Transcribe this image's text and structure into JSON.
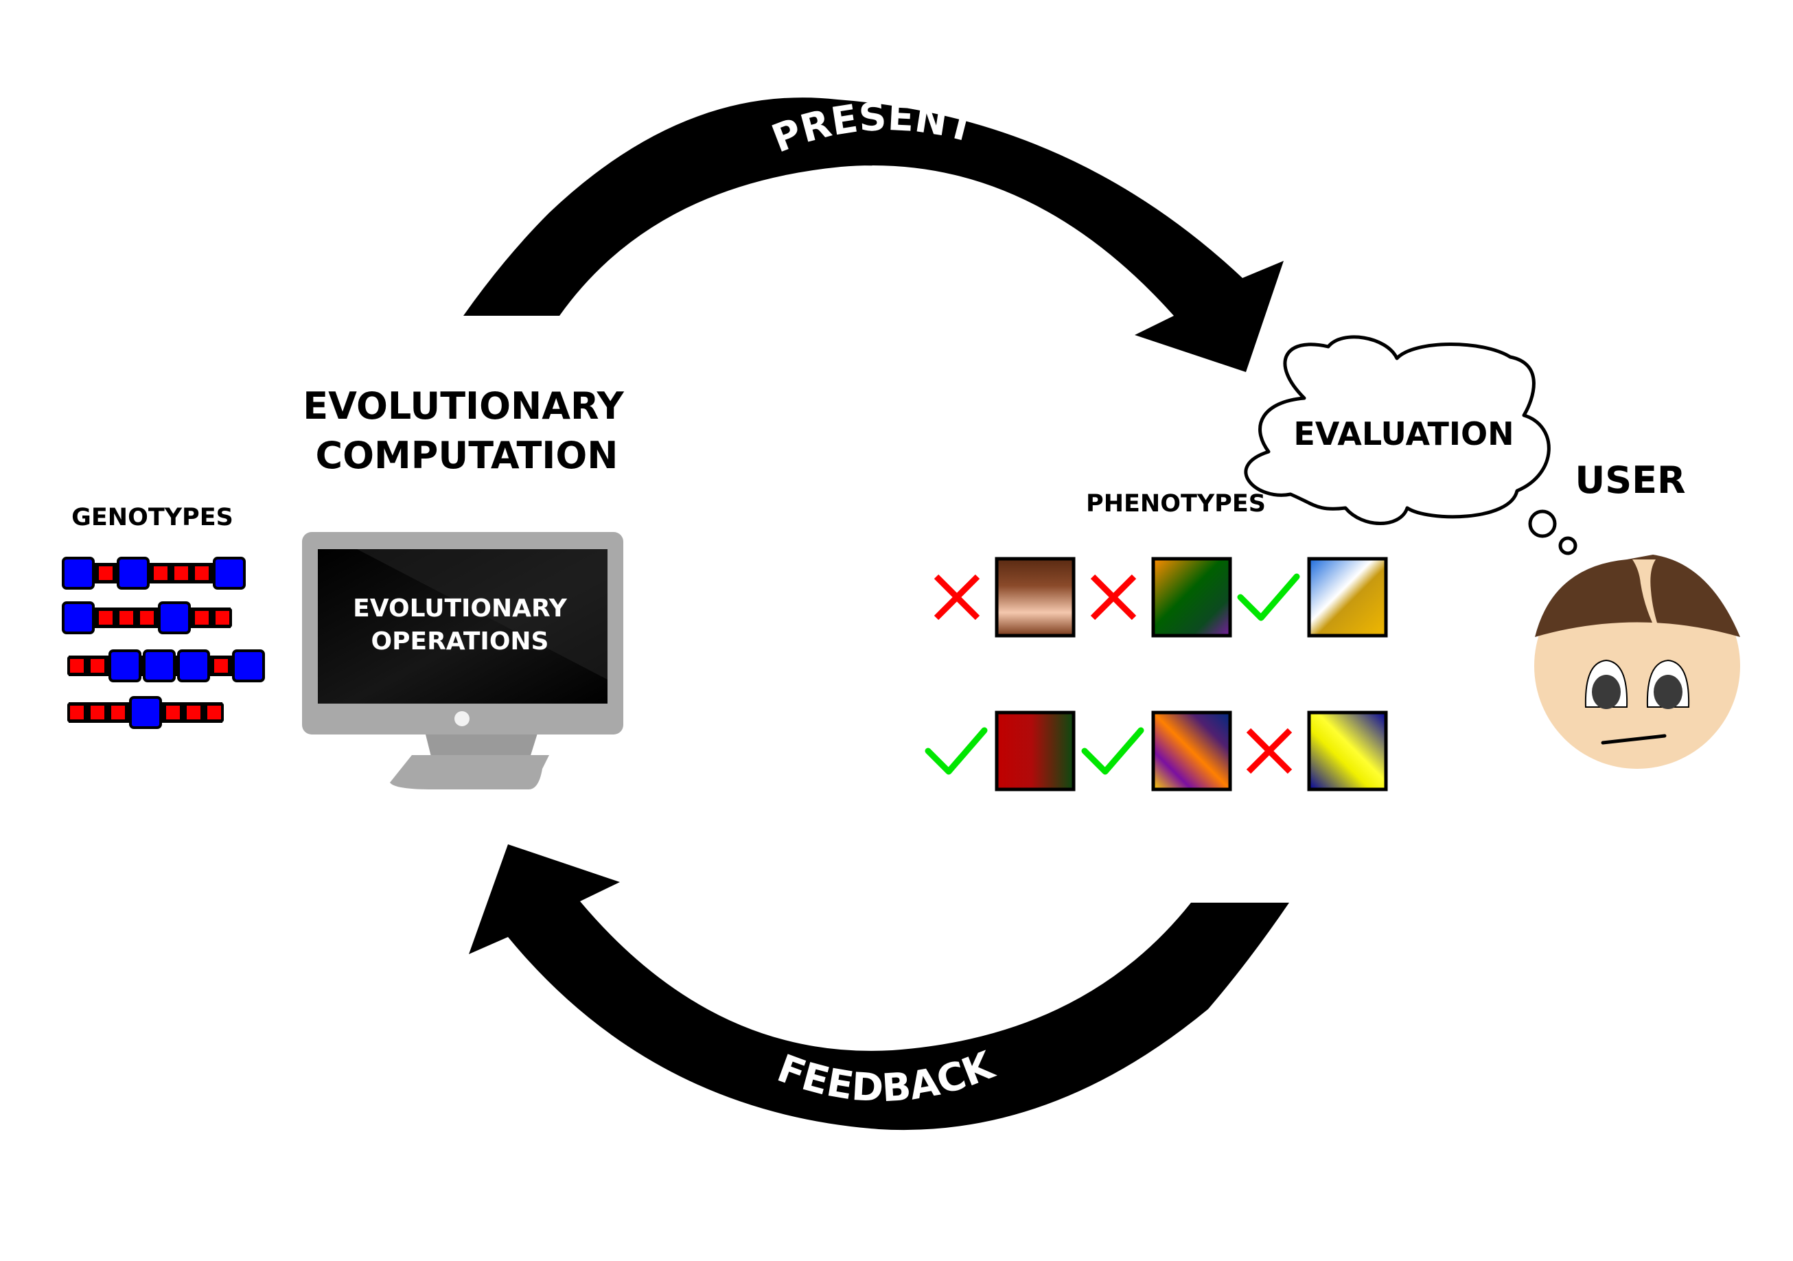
{
  "arrows": {
    "top_label": "PRESENT",
    "bottom_label": "FEEDBACK"
  },
  "computer": {
    "title_line1": "EVOLUTIONARY",
    "title_line2": "COMPUTATION",
    "screen_line1": "EVOLUTIONARY",
    "screen_line2": "OPERATIONS"
  },
  "genotypes": {
    "label": "GENOTYPES",
    "rows": [
      {
        "genes": [
          "big",
          "small",
          "big",
          "small",
          "small",
          "small",
          "big"
        ]
      },
      {
        "genes": [
          "big",
          "small",
          "small",
          "small",
          "big",
          "small",
          "small"
        ]
      },
      {
        "genes": [
          "small",
          "small",
          "big",
          "big",
          "big",
          "small",
          "big"
        ]
      },
      {
        "genes": [
          "small",
          "small",
          "small",
          "big",
          "small",
          "small",
          "small"
        ]
      }
    ]
  },
  "phenotypes": {
    "label": "PHENOTYPES",
    "items": [
      {
        "verdict": "rejected",
        "style": "brown-band"
      },
      {
        "verdict": "rejected",
        "style": "orange-green-purple"
      },
      {
        "verdict": "accepted",
        "style": "sky-gold"
      },
      {
        "verdict": "accepted",
        "style": "red-green"
      },
      {
        "verdict": "accepted",
        "style": "orange-purple-stripes"
      },
      {
        "verdict": "rejected",
        "style": "blue-yellow"
      }
    ]
  },
  "user": {
    "thought_label": "EVALUATION",
    "label": "USER"
  },
  "colors": {
    "gene_big": "#0000ff",
    "gene_small": "#ff0000",
    "accept": "#00e600",
    "reject": "#ff0000",
    "arrow": "#000000"
  }
}
